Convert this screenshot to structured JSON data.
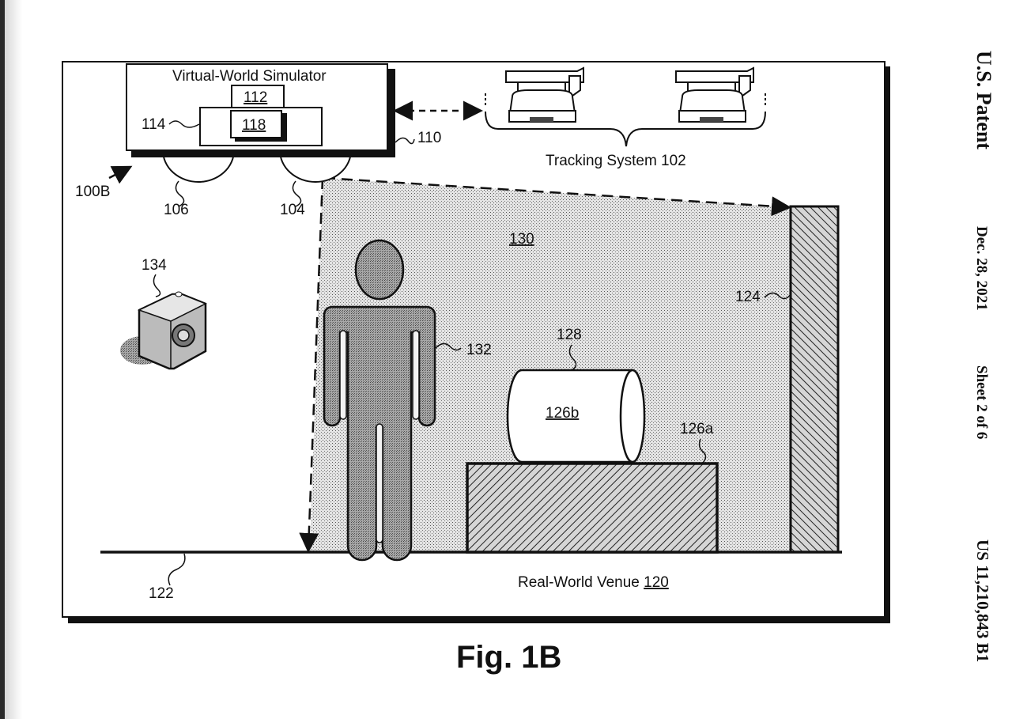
{
  "header": {
    "title": "U.S. Patent",
    "date": "Dec. 28, 2021",
    "sheet": "Sheet 2 of 6",
    "patent_number": "US 11,210,843 B1"
  },
  "figure": {
    "caption": "Fig. 1B",
    "system_ref": "100B",
    "simulator": {
      "title": "Virtual-World Simulator",
      "ref_box_upper": "112",
      "ref_box_inner": "118",
      "ref_box_outer": "114",
      "connector_ref": "110",
      "projector_left_ref": "106",
      "projector_right_ref": "104"
    },
    "tracking": {
      "label": "Tracking System 102"
    },
    "venue": {
      "label_prefix": "Real-World Venue ",
      "label_ref": "120",
      "floor_ref": "122",
      "wall_ref": "124",
      "projection_area_ref": "130",
      "person_ref": "132",
      "camera_ref": "134",
      "platform_ref": "126a",
      "cylinder_ref": "126b",
      "cylinder_surface_ref": "128"
    }
  },
  "colors": {
    "ink": "#111111",
    "stipple_bg": "#d9d9d9",
    "person_fill": "#9a9a9a",
    "paper": "#ffffff"
  }
}
